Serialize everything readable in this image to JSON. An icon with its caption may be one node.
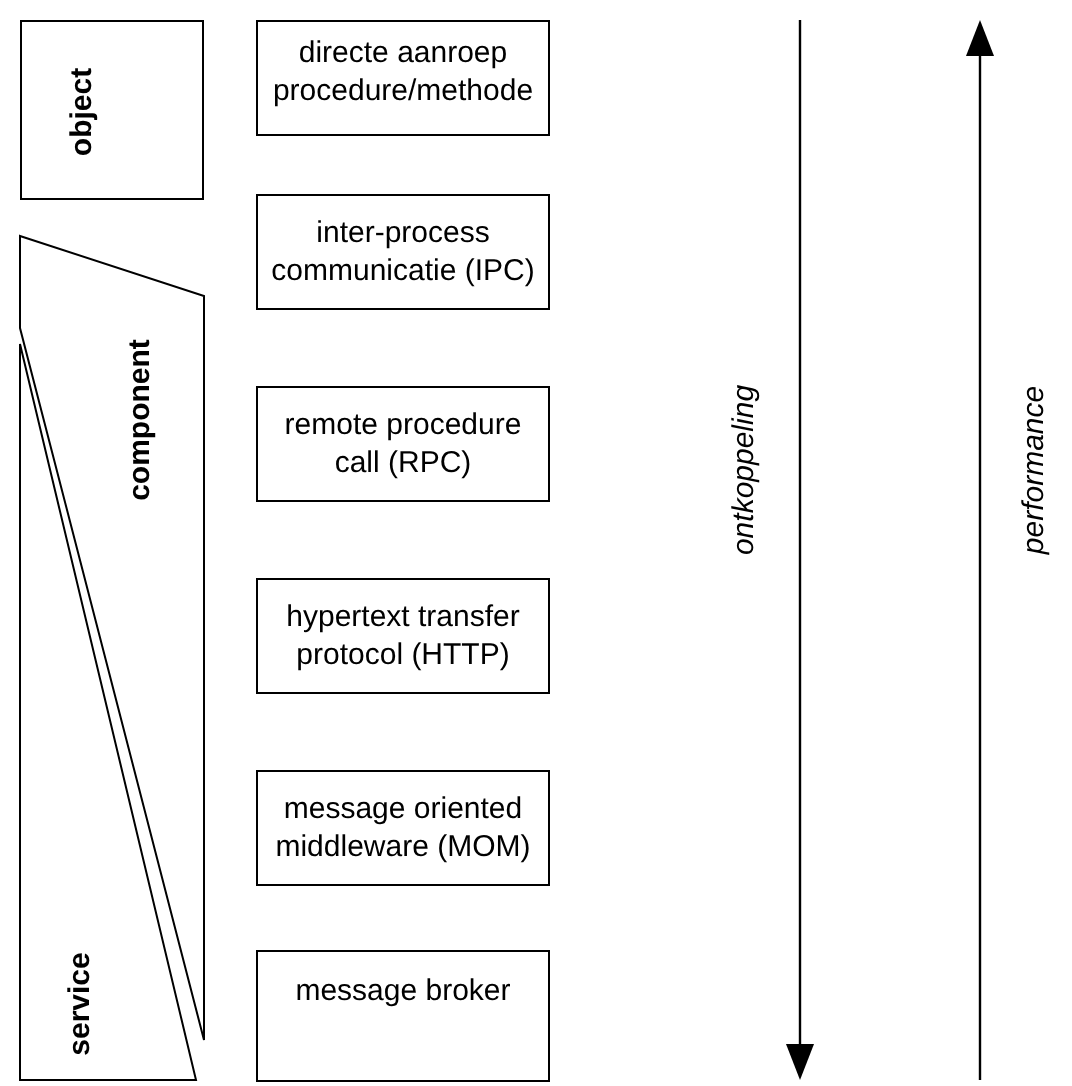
{
  "diagram": {
    "nodes": [
      {
        "text": [
          "object"
        ]
      },
      {
        "text": [
          "component"
        ]
      },
      {
        "text": [
          "service"
        ]
      },
      {
        "text": [
          "directe aanroep procedure/methode"
        ]
      },
      {
        "text": [
          "inter-process communicatie (IPC)"
        ]
      },
      {
        "text": [
          "remote procedure call (RPC)"
        ]
      },
      {
        "text": [
          "hypertext transfer protocol (HTTP)"
        ]
      },
      {
        "text": [
          "message oriented middleware (MOM)"
        ]
      },
      {
        "text": [
          "message broker"
        ]
      }
    ],
    "edges": [],
    "labels": [
      "ontkoppeling",
      "performance"
    ]
  }
}
